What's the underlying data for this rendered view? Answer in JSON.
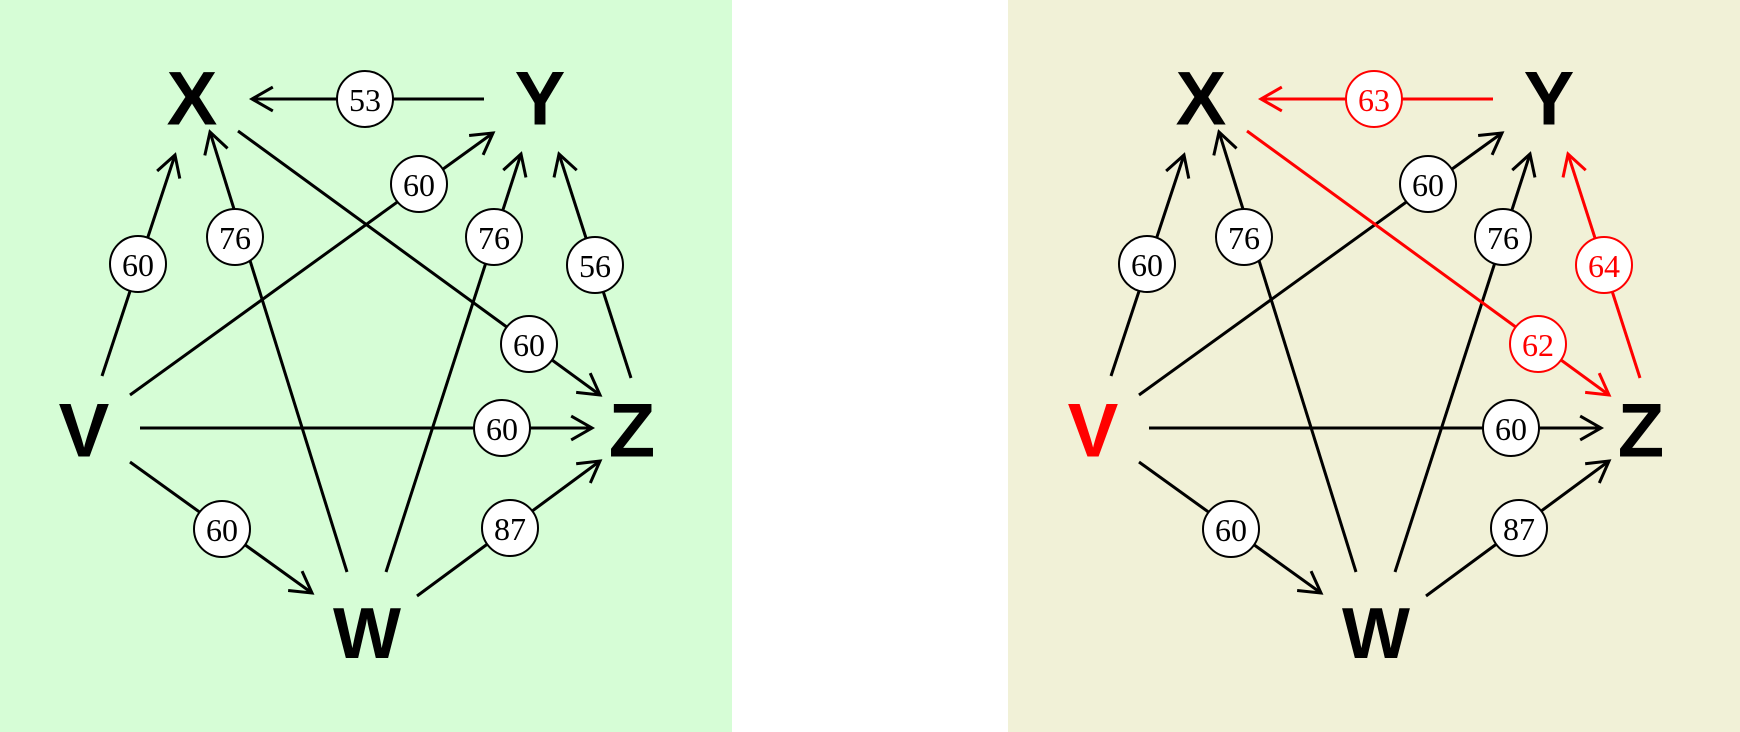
{
  "colors": {
    "panel_left_bg": "#d6fdd6",
    "panel_right_bg": "#f1f1d7",
    "default": "#000000",
    "highlight": "#ff0000",
    "circle_fill": "#ffffff"
  },
  "panels": [
    {
      "id": "left",
      "nodes": [
        {
          "id": "X",
          "label": "X",
          "color": "#000000"
        },
        {
          "id": "Y",
          "label": "Y",
          "color": "#000000"
        },
        {
          "id": "V",
          "label": "V",
          "color": "#000000"
        },
        {
          "id": "Z",
          "label": "Z",
          "color": "#000000"
        },
        {
          "id": "W",
          "label": "W",
          "color": "#000000"
        }
      ],
      "edges": [
        {
          "from": "Y",
          "to": "X",
          "weight": "53",
          "color": "#000000"
        },
        {
          "from": "V",
          "to": "X",
          "weight": "60",
          "color": "#000000"
        },
        {
          "from": "W",
          "to": "X",
          "weight": "76",
          "color": "#000000"
        },
        {
          "from": "V",
          "to": "Y",
          "weight": "60",
          "color": "#000000"
        },
        {
          "from": "W",
          "to": "Y",
          "weight": "76",
          "color": "#000000"
        },
        {
          "from": "Z",
          "to": "Y",
          "weight": "56",
          "color": "#000000"
        },
        {
          "from": "X",
          "to": "Z",
          "weight": "60",
          "color": "#000000"
        },
        {
          "from": "V",
          "to": "Z",
          "weight": "60",
          "color": "#000000"
        },
        {
          "from": "W",
          "to": "Z",
          "weight": "87",
          "color": "#000000"
        },
        {
          "from": "V",
          "to": "W",
          "weight": "60",
          "color": "#000000"
        }
      ]
    },
    {
      "id": "right",
      "nodes": [
        {
          "id": "X",
          "label": "X",
          "color": "#000000"
        },
        {
          "id": "Y",
          "label": "Y",
          "color": "#000000"
        },
        {
          "id": "V",
          "label": "V",
          "color": "#ff0000"
        },
        {
          "id": "Z",
          "label": "Z",
          "color": "#000000"
        },
        {
          "id": "W",
          "label": "W",
          "color": "#000000"
        }
      ],
      "edges": [
        {
          "from": "Y",
          "to": "X",
          "weight": "63",
          "color": "#ff0000"
        },
        {
          "from": "V",
          "to": "X",
          "weight": "60",
          "color": "#000000"
        },
        {
          "from": "W",
          "to": "X",
          "weight": "76",
          "color": "#000000"
        },
        {
          "from": "V",
          "to": "Y",
          "weight": "60",
          "color": "#000000"
        },
        {
          "from": "W",
          "to": "Y",
          "weight": "76",
          "color": "#000000"
        },
        {
          "from": "Z",
          "to": "Y",
          "weight": "64",
          "color": "#ff0000"
        },
        {
          "from": "X",
          "to": "Z",
          "weight": "62",
          "color": "#ff0000"
        },
        {
          "from": "V",
          "to": "Z",
          "weight": "60",
          "color": "#000000"
        },
        {
          "from": "W",
          "to": "Z",
          "weight": "87",
          "color": "#000000"
        },
        {
          "from": "V",
          "to": "W",
          "weight": "60",
          "color": "#000000"
        }
      ]
    }
  ]
}
